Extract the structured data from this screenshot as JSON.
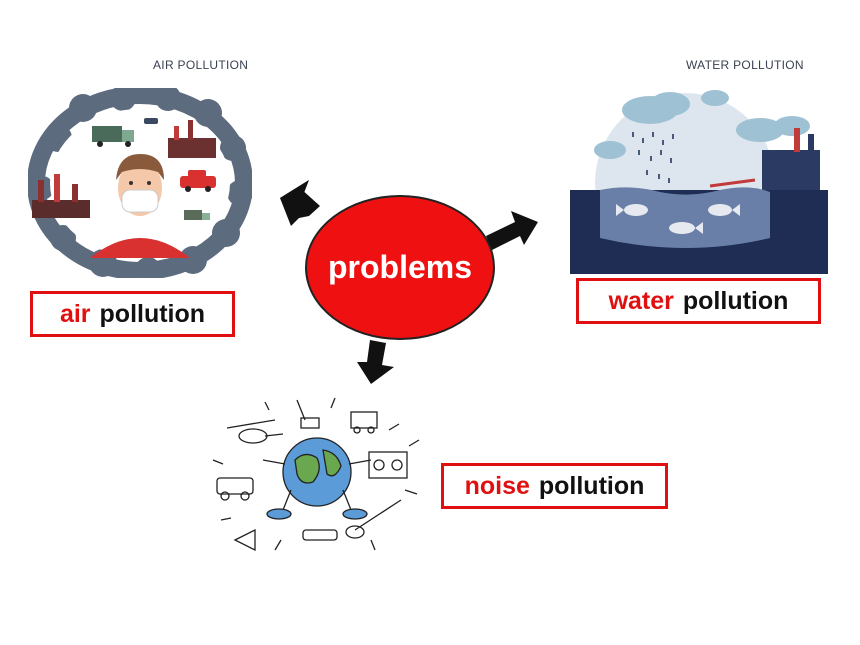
{
  "center": {
    "label": "problems"
  },
  "air": {
    "caption": "AIR POLLUTION",
    "label_word": "air",
    "label_rest": "pollution"
  },
  "water": {
    "caption": "WATER POLLUTION",
    "label_word": "water",
    "label_rest": "pollution"
  },
  "noise": {
    "label_word": "noise",
    "label_rest": "pollution"
  },
  "colors": {
    "accent_red": "#ef1111",
    "border_red": "#e01010",
    "arrow": "#111111",
    "smoke": "#5c6b7e",
    "water_dark": "#1f2d55"
  },
  "icons": [
    "arrow-icon",
    "factory-icon",
    "truck-icon",
    "car-icon",
    "cloud-icon",
    "fish-icon",
    "globe-icon",
    "helicopter-icon"
  ]
}
